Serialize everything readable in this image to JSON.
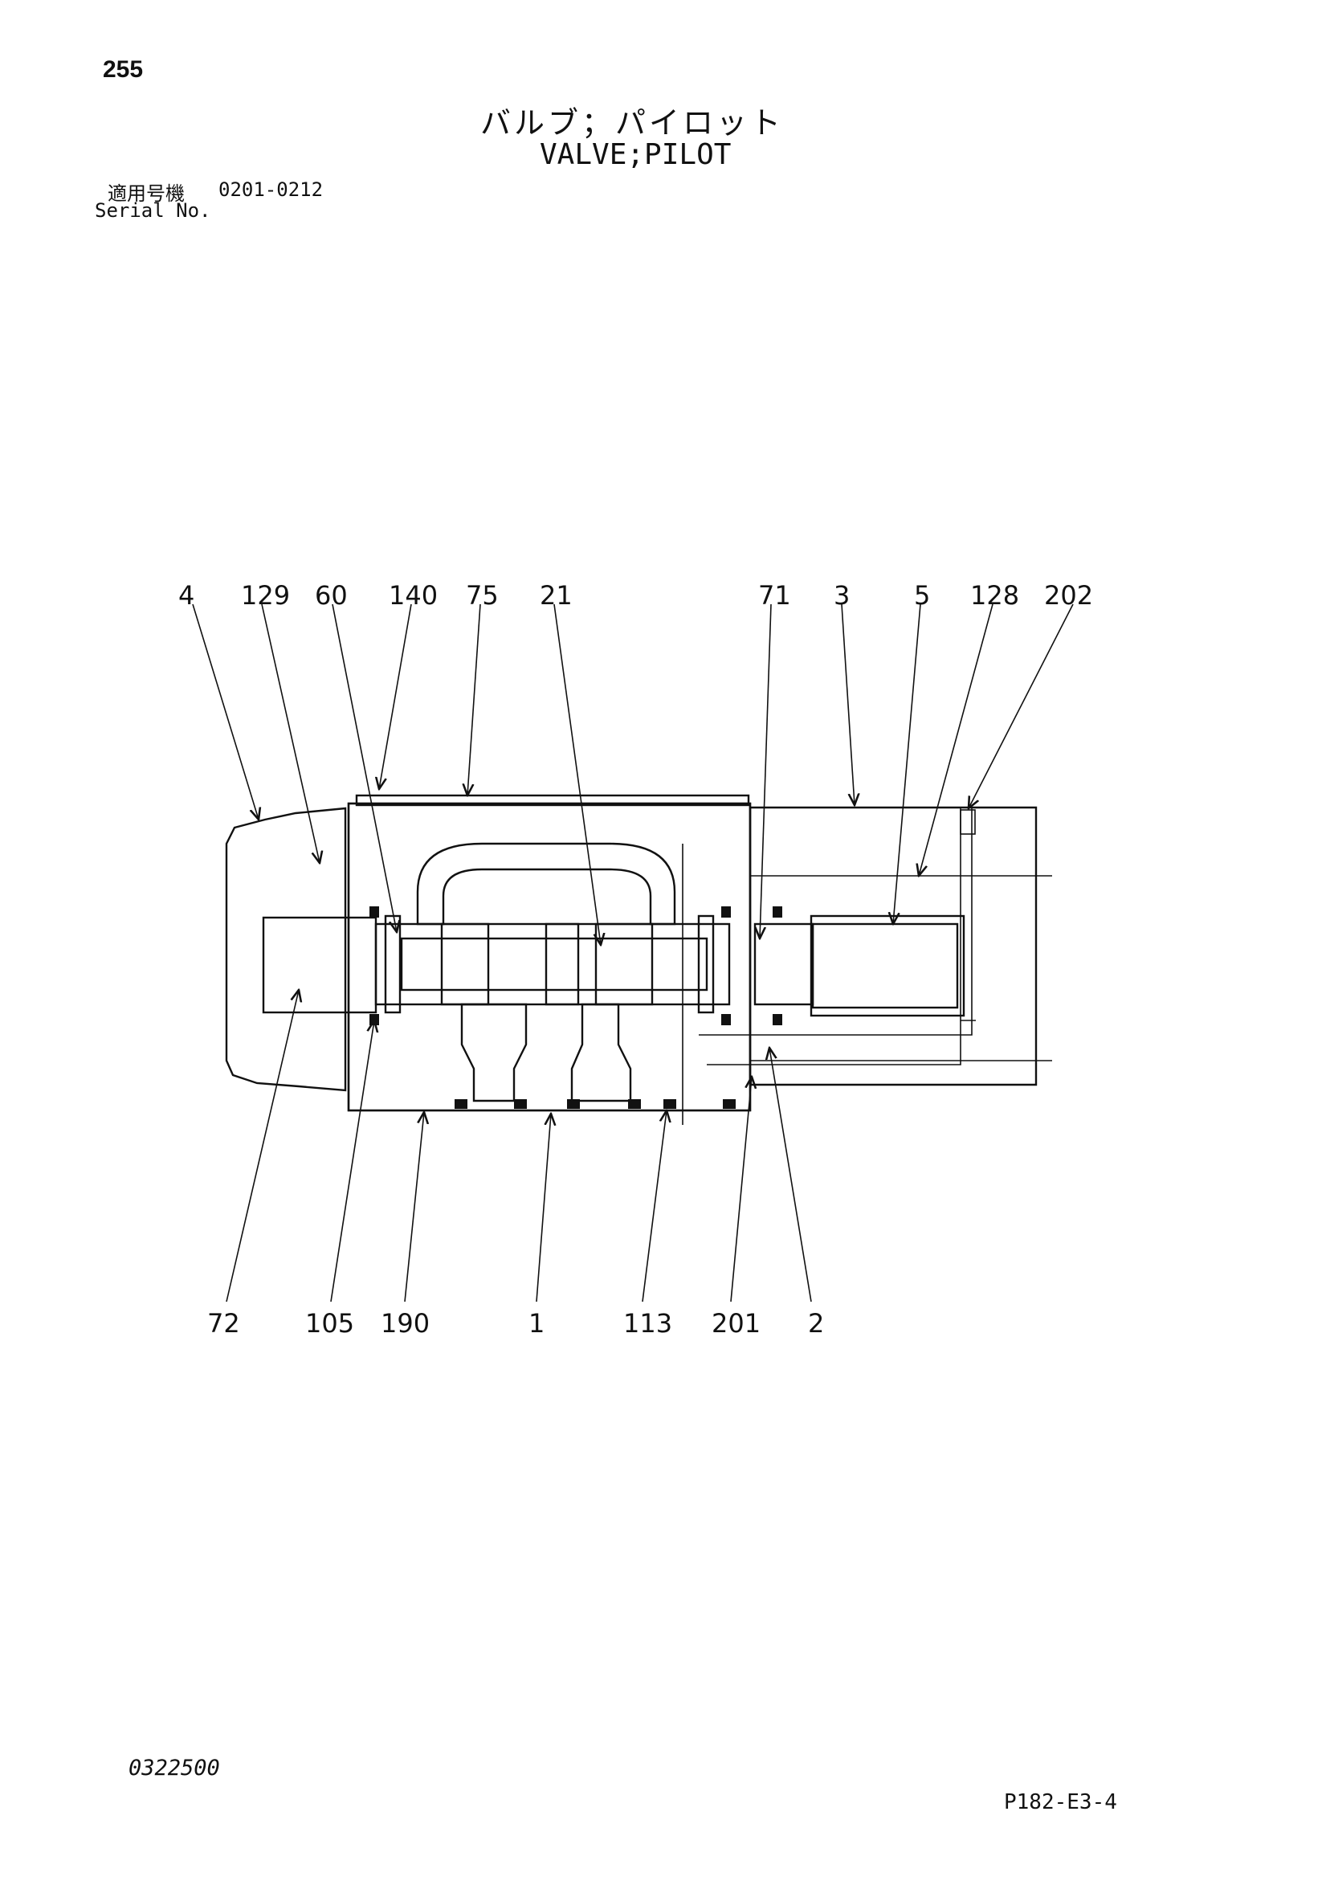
{
  "page_number": "255",
  "title_jp": "バルブ；パイロット",
  "title_en": "VALVE;PILOT",
  "serial": {
    "label_jp": "適用号機",
    "range": "0201-0212",
    "label_en": "Serial No."
  },
  "callouts_top": [
    "4",
    "129",
    "60",
    "140",
    "75",
    "21",
    "71",
    "3",
    "5",
    "128",
    "202"
  ],
  "callouts_bottom": [
    "72",
    "105",
    "190",
    "1",
    "113",
    "201",
    "2"
  ],
  "doc_code": "0322500",
  "page_code": "P182-E3-4"
}
